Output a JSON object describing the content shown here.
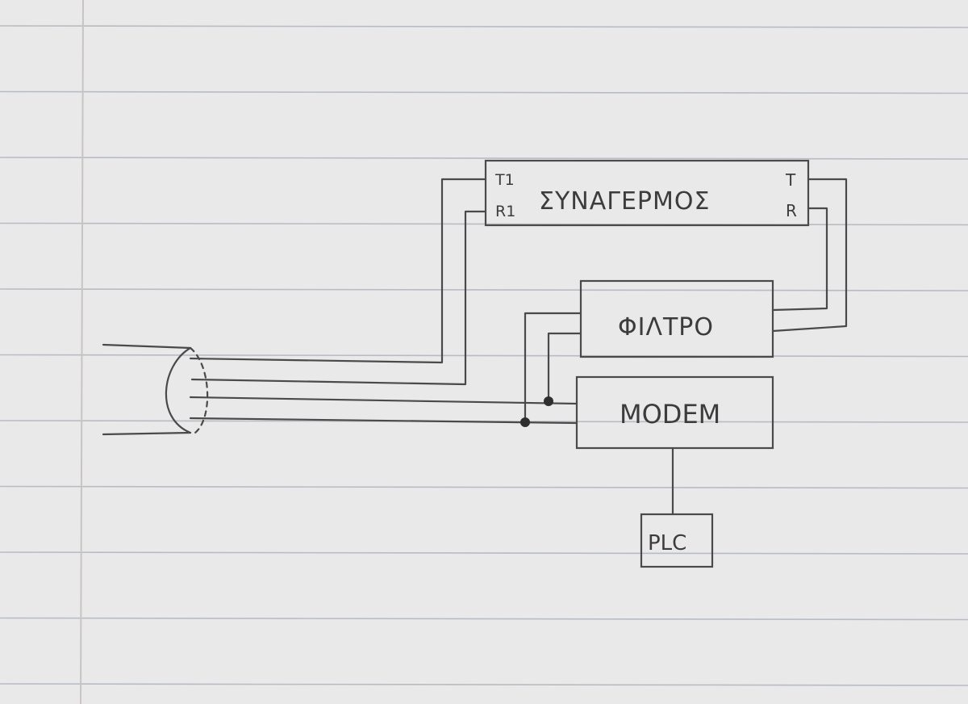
{
  "diagram": {
    "alarm": {
      "label": "ΣΥΝΑΓΕΡΜΟΣ",
      "left_top_pin": "T1",
      "left_bottom_pin": "R1",
      "right_top_pin": "T",
      "right_bottom_pin": "R"
    },
    "filter": {
      "label": "ΦΙΛΤΡΟ"
    },
    "modem": {
      "label": "MODEM"
    },
    "plc": {
      "label": "PLC"
    }
  },
  "colors": {
    "paper": "#e9e9ea",
    "ink": "#4a4a4a",
    "rule": "#b7bcc3"
  }
}
